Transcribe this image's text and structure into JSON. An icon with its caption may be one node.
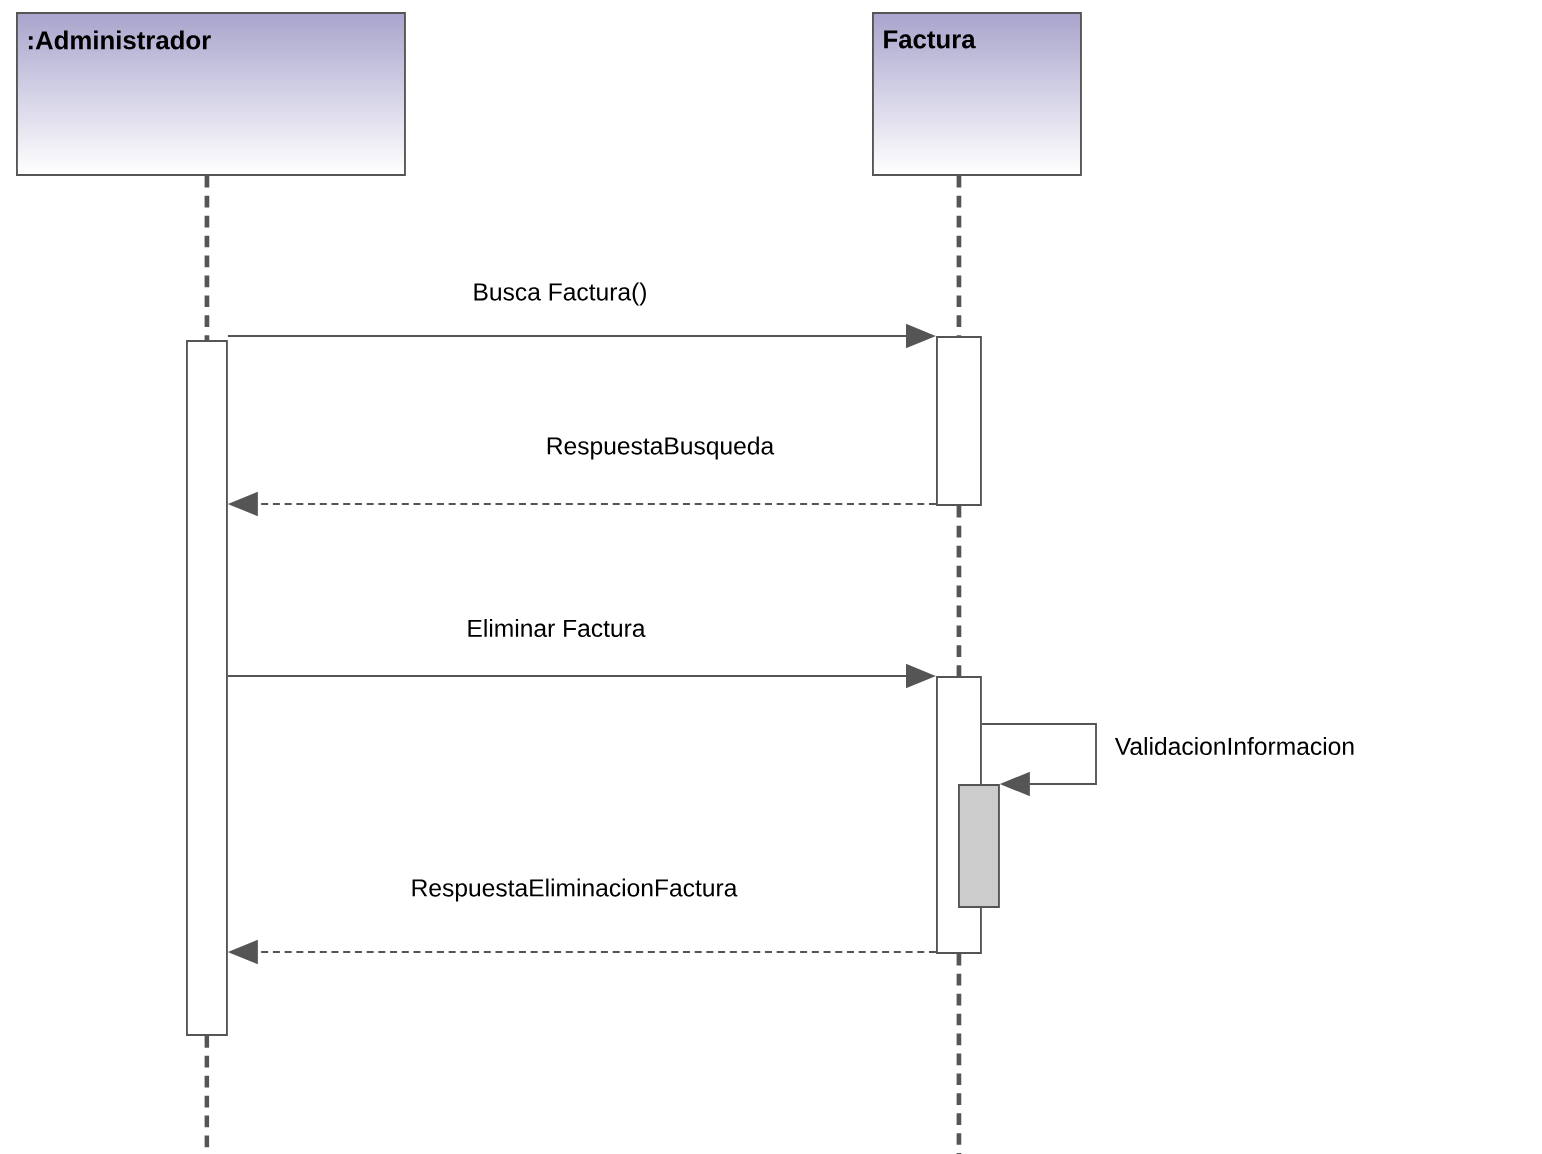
{
  "diagram": {
    "nodes": [
      {
        "text": [
          ":Administrador"
        ]
      },
      {
        "text": [
          "Factura"
        ]
      },
      {
        "text": [],
        "shape": "bar"
      },
      {
        "text": [],
        "shape": "bar"
      },
      {
        "text": [],
        "shape": "bar"
      },
      {
        "text": [],
        "shape": "bar"
      }
    ],
    "edges": [
      {
        "from": 0,
        "to": 2,
        "arrow": "none",
        "style": "dashed"
      },
      {
        "from": 2,
        "to": null,
        "arrow": "none",
        "style": "dashed"
      },
      {
        "from": 1,
        "to": 3,
        "arrow": "none",
        "style": "dashed"
      },
      {
        "from": 3,
        "to": 4,
        "arrow": "none",
        "style": "dashed"
      },
      {
        "from": 4,
        "to": null,
        "arrow": "none",
        "style": "dashed"
      },
      {
        "from": 2,
        "to": 3,
        "arrow": "to",
        "label": "Busca Factura()"
      },
      {
        "from": 3,
        "to": 2,
        "arrow": "to",
        "style": "dashed",
        "label": "RespuestaBusqueda"
      },
      {
        "from": 2,
        "to": 4,
        "arrow": "to",
        "label": "Eliminar Factura"
      },
      {
        "from": 4,
        "to": 5,
        "arrow": "to",
        "label": "ValidacionInformacion"
      },
      {
        "from": 4,
        "to": 2,
        "arrow": "to",
        "style": "dashed",
        "label": "RespuestaEliminacionFactura"
      }
    ]
  }
}
